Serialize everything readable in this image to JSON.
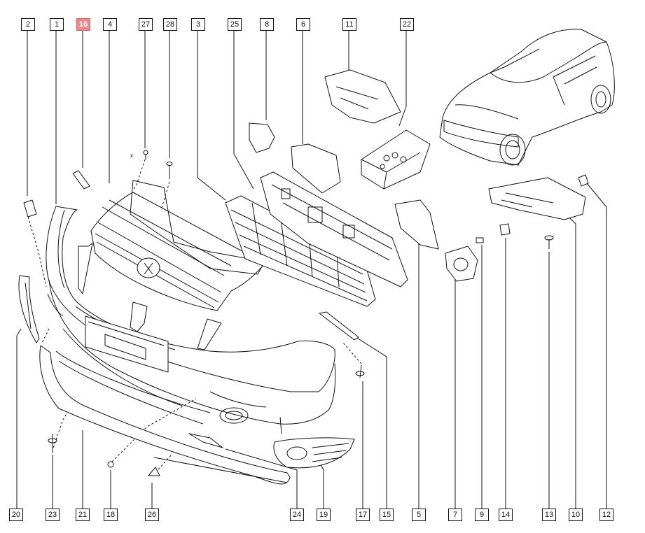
{
  "callouts_top": [
    "2",
    "1",
    "16",
    "4",
    "27",
    "28",
    "3",
    "25",
    "8",
    "6",
    "11",
    "22"
  ],
  "callouts_right": [
    "12"
  ],
  "callouts_bottom": [
    "20",
    "23",
    "21",
    "18",
    "26",
    "24",
    "19",
    "17",
    "15",
    "5",
    "7",
    "9",
    "14",
    "13",
    "10",
    "12"
  ],
  "highlighted_callout": "16",
  "axis_label": "x",
  "colors": {
    "highlight": "#e88a8f",
    "line": "#111111"
  }
}
